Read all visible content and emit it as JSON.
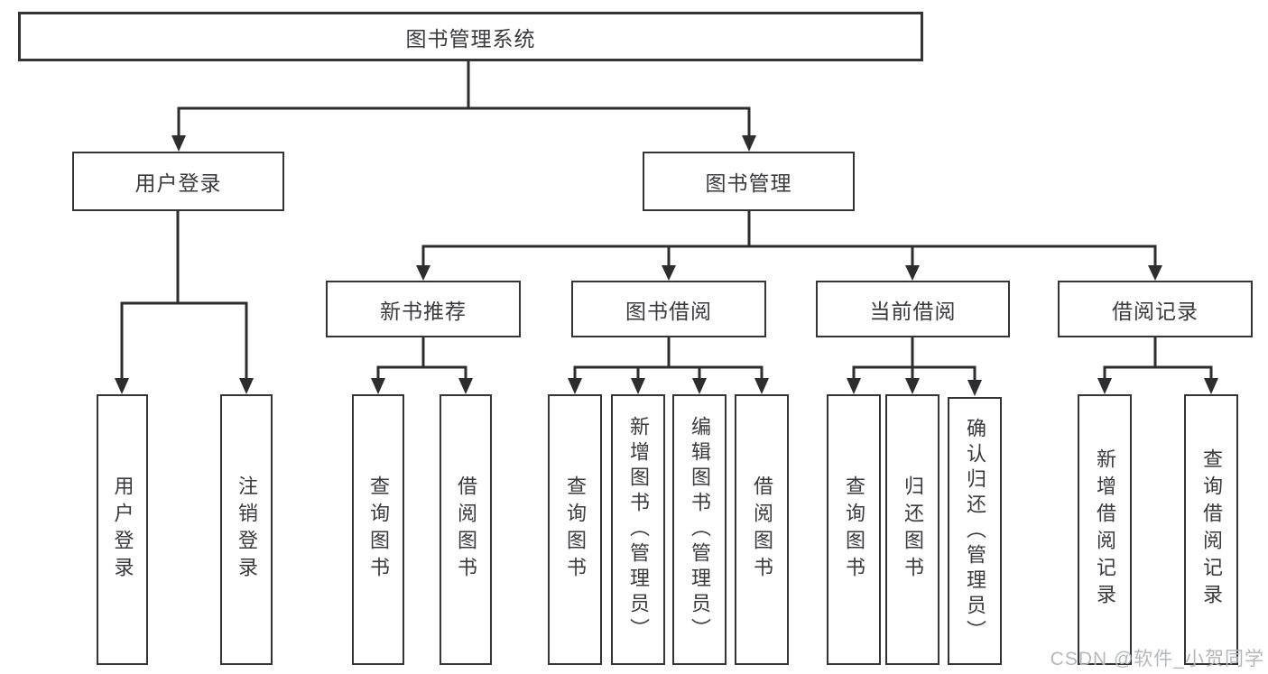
{
  "diagram": {
    "root": "图书管理系统",
    "level2": [
      {
        "label": "用户登录"
      },
      {
        "label": "图书管理"
      }
    ],
    "level3": [
      {
        "label": "新书推荐"
      },
      {
        "label": "图书借阅"
      },
      {
        "label": "当前借阅"
      },
      {
        "label": "借阅记录"
      }
    ],
    "leaves": {
      "user_login": [
        "用户登录",
        "注销登录"
      ],
      "new_book": [
        "查询图书",
        "借阅图书"
      ],
      "book_borrow": [
        "查询图书",
        "新增图书（管理员）",
        "编辑图书（管理员）",
        "借阅图书"
      ],
      "current_borrow": [
        "查询图书",
        "归还图书",
        "确认归还（管理员）"
      ],
      "records": [
        "新增借阅记录",
        "查询借阅记录"
      ]
    }
  },
  "watermark": "CSDN @软件_小贺同学",
  "colors": {
    "line": "#2d2d2f",
    "border": "#323436",
    "text": "#3a3a3e",
    "watermark": "#b5b7ba"
  }
}
